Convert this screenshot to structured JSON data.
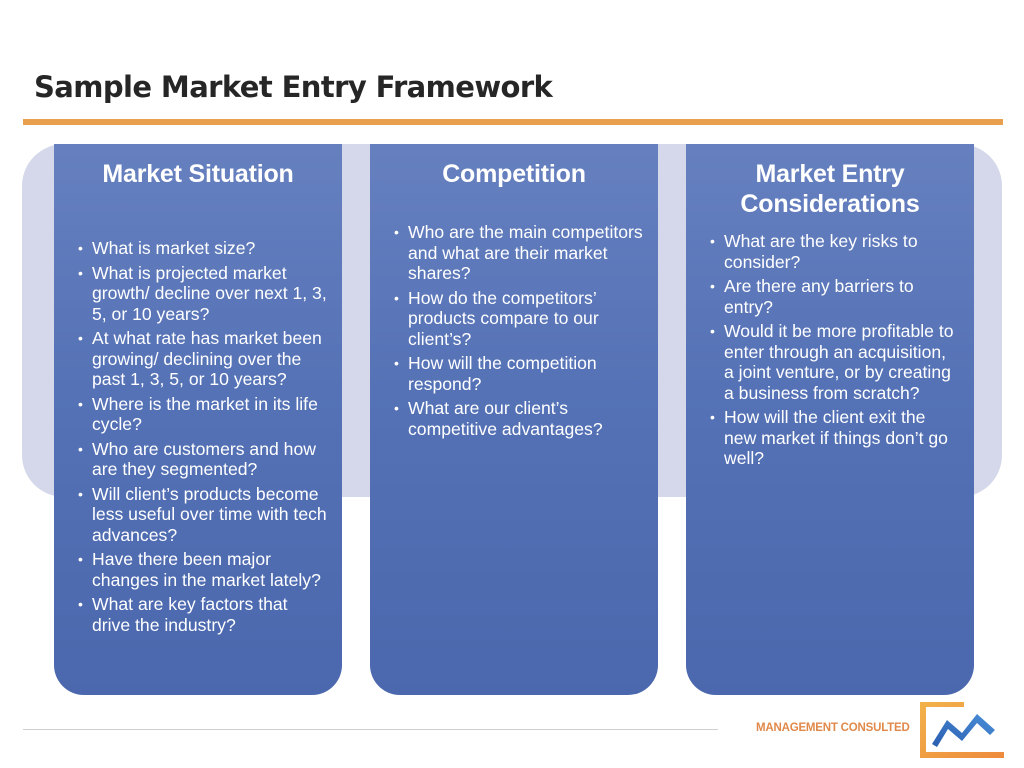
{
  "title": "Sample Market Entry Framework",
  "colors": {
    "accent_orange": "#e8a04e",
    "panel_blue": "#5572b6",
    "band_lavender": "#d5d8ea",
    "title_text": "#262626",
    "brand_orange": "#e0894a"
  },
  "panels": [
    {
      "heading": "Market Situation",
      "items": [
        "What is market size?",
        "What is projected market growth/ decline over next 1, 3, 5, or 10 years?",
        "At what rate has market been growing/ declining over the past 1, 3, 5, or 10 years?",
        "Where is the market in its life cycle?",
        "Who are customers and how are they segmented?",
        "Will client’s products become less useful over time with tech advances?",
        "Have there been major changes in the market lately?",
        "What are key factors that drive the industry?"
      ]
    },
    {
      "heading": "Competition",
      "items": [
        "Who are the main competitors and what are their market shares?",
        "How do the competitors’ products compare to our client’s?",
        "How will the competition respond?",
        "What are our client’s competitive advantages?"
      ]
    },
    {
      "heading": "Market Entry Considerations",
      "items": [
        "What are the key risks to consider?",
        "Are there any barriers to entry?",
        "Would it be more profitable to enter through an acquisition, a joint venture, or by creating a business from scratch?",
        "How will the client exit the new market if things don’t go well?"
      ]
    }
  ],
  "footer": {
    "brand_name": "MANAGEMENT CONSULTED",
    "logo_icon": "mc-logo-icon"
  },
  "bullet_glyph": "•"
}
